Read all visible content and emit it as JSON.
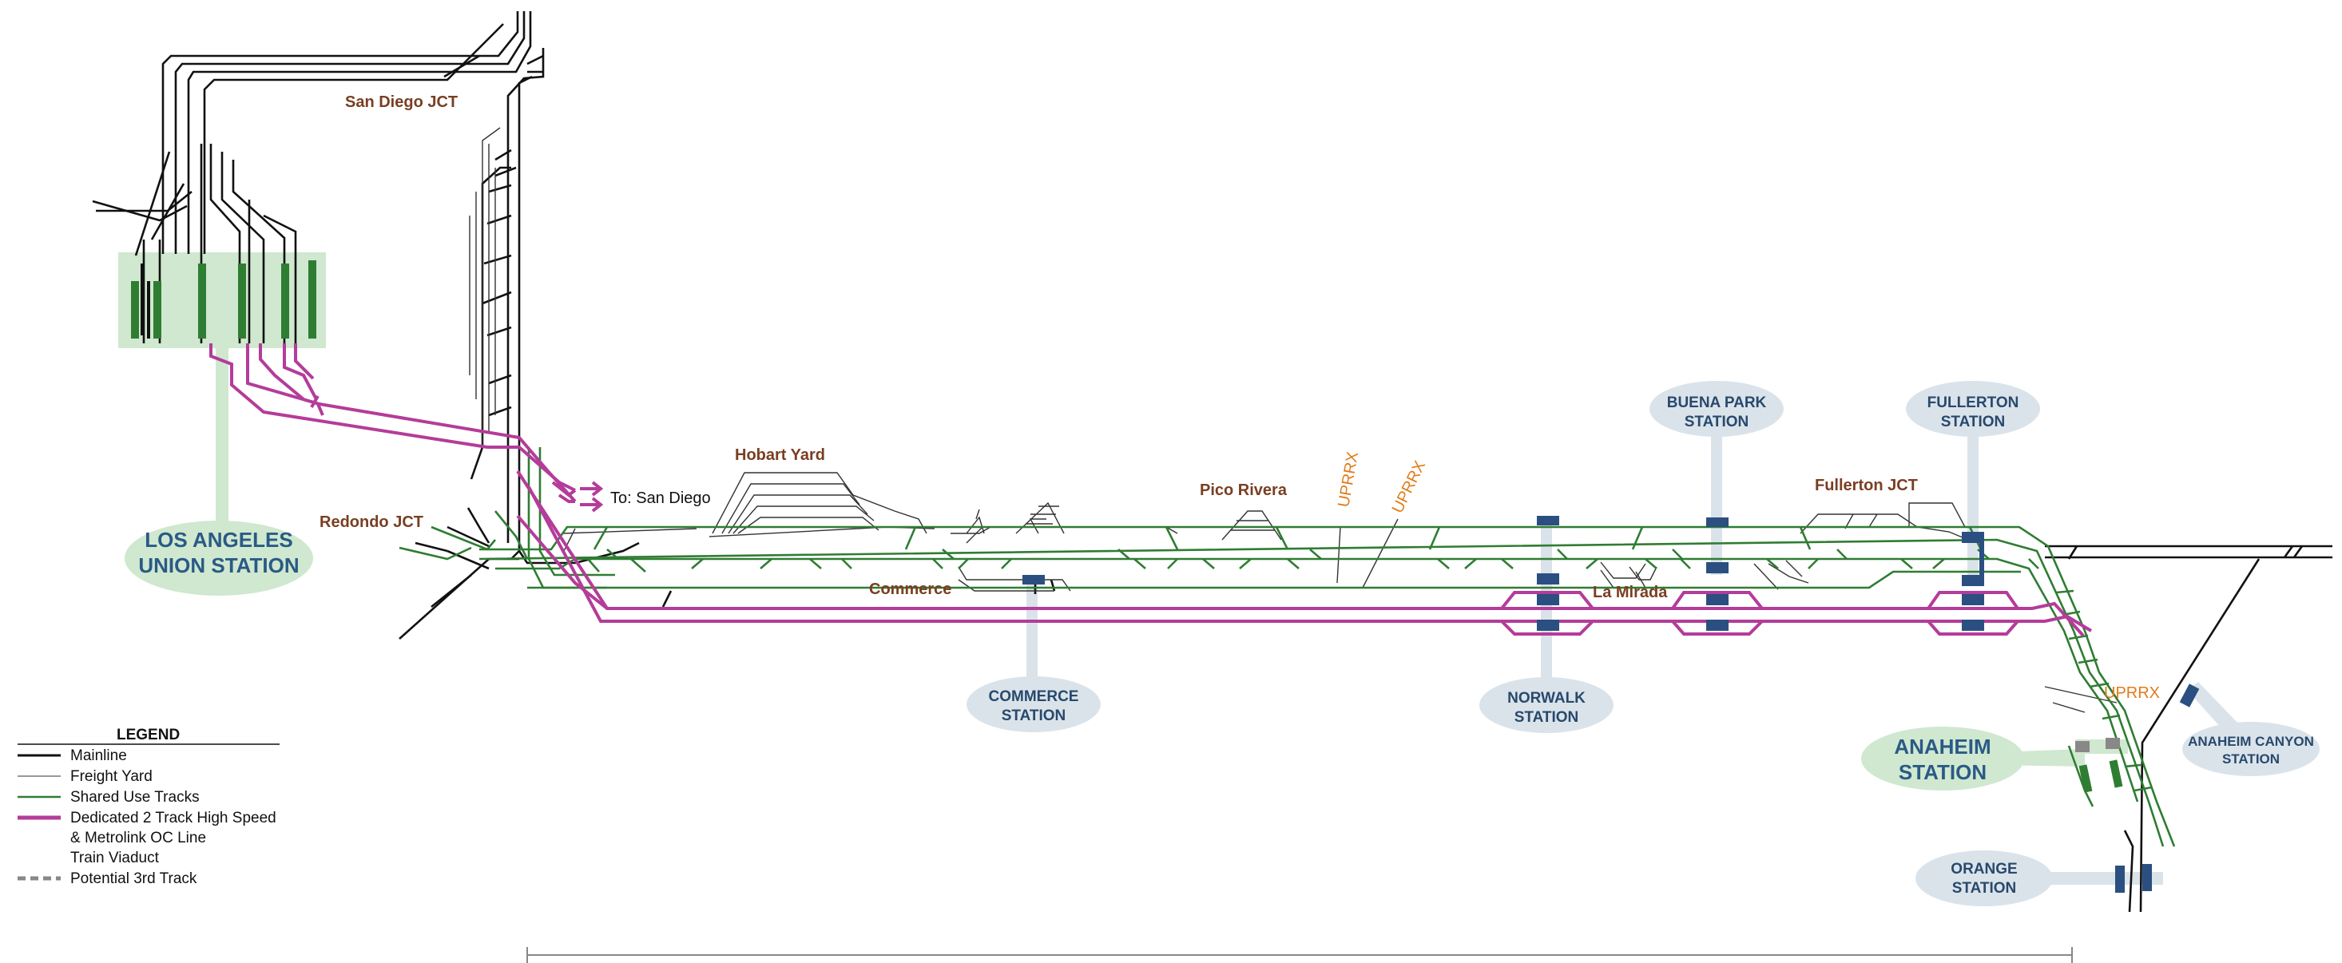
{
  "stations": {
    "lax": {
      "line1": "LOS ANGELES",
      "line2": "UNION STATION"
    },
    "commerce": {
      "line1": "COMMERCE",
      "line2": "STATION"
    },
    "norwalk": {
      "line1": "NORWALK",
      "line2": "STATION"
    },
    "buena_park": {
      "line1": "BUENA PARK",
      "line2": "STATION"
    },
    "fullerton": {
      "line1": "FULLERTON",
      "line2": "STATION"
    },
    "anaheim": {
      "line1": "ANAHEIM",
      "line2": "STATION"
    },
    "anaheim_canyon": {
      "line1": "ANAHEIM CANYON",
      "line2": "STATION"
    },
    "orange": {
      "line1": "ORANGE",
      "line2": "STATION"
    }
  },
  "places": {
    "san_diego_jct": "San Diego JCT",
    "redondo_jct": "Redondo JCT",
    "hobart_yard": "Hobart Yard",
    "commerce": "Commerce",
    "pico_rivera": "Pico Rivera",
    "la_mirada": "La Mirada",
    "fullerton_jct": "Fullerton JCT",
    "to_san_diego": "To: San Diego",
    "uprrx_1": "UPRRX",
    "uprrx_2": "UPRRX",
    "uprrx_3": "UPRRX"
  },
  "legend": {
    "title": "LEGEND",
    "items": [
      {
        "label": "Mainline"
      },
      {
        "label": "Freight Yard"
      },
      {
        "label": "Shared Use Tracks"
      },
      {
        "label": "Dedicated 2 Track High Speed"
      },
      {
        "label": "& Metrolink OC Line"
      },
      {
        "label": "Train Viaduct"
      },
      {
        "label": "Potential 3rd Track"
      }
    ]
  },
  "colors": {
    "mainline": "#111111",
    "freight_yard": "#777777",
    "shared_use": "#2f7d32",
    "dedicated_hsr": "#b43c9a",
    "third_track": "#888888",
    "station_halo": "#dbe3ea",
    "major_station_halo": "#cfe8cf",
    "platform": "#2b4f80"
  }
}
